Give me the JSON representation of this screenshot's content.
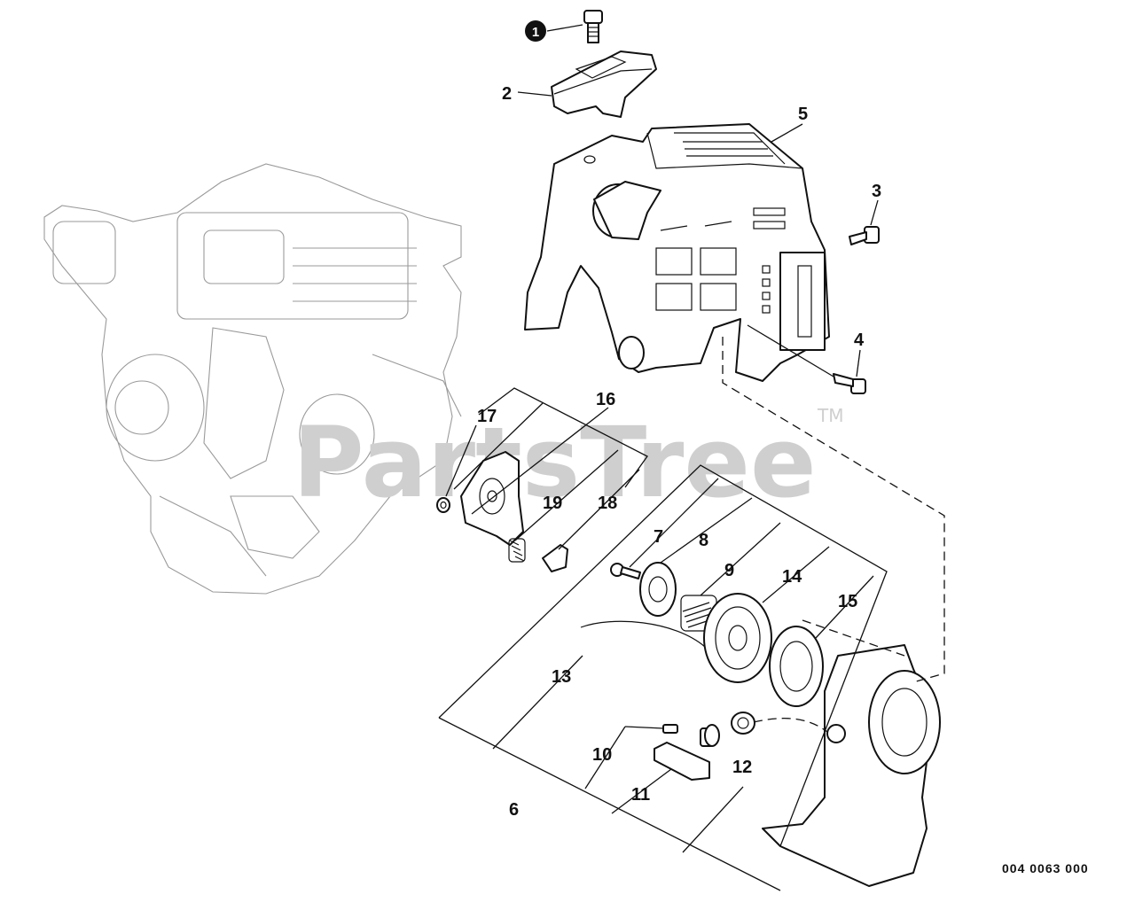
{
  "watermark": {
    "text": "PartsTree",
    "trademark": "TM"
  },
  "reference_number": "004 0063 000",
  "callouts": {
    "c1": "1",
    "c2": "2",
    "c3": "3",
    "c4": "4",
    "c5": "5",
    "c6": "6",
    "c7": "7",
    "c8": "8",
    "c9": "9",
    "c10": "10",
    "c11": "11",
    "c12": "12",
    "c13": "13",
    "c14": "14",
    "c15": "15",
    "c16": "16",
    "c17": "17",
    "c18": "18",
    "c19": "19"
  }
}
